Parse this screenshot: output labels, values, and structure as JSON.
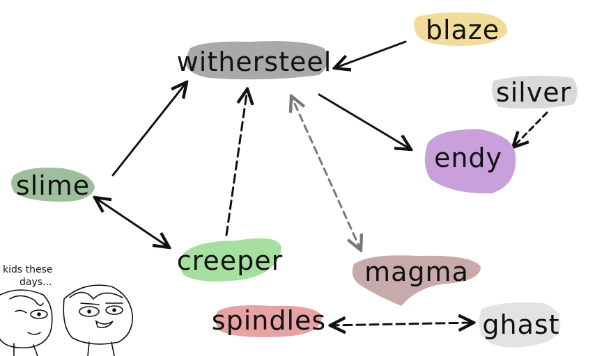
{
  "nodes": {
    "withersteel": {
      "label": "withersteel",
      "color": "#a9a9a9"
    },
    "blaze": {
      "label": "blaze",
      "color": "#f2dc9c"
    },
    "silver": {
      "label": "silver",
      "color": "#d9d9d9"
    },
    "endy": {
      "label": "endy",
      "color": "#c9a0dc"
    },
    "slime": {
      "label": "slime",
      "color": "#9fbf9c"
    },
    "creeper": {
      "label": "creeper",
      "color": "#a6e0a0"
    },
    "magma": {
      "label": "magma",
      "color": "#c8aaaa"
    },
    "spindles": {
      "label": "spindles",
      "color": "#e7a3a3"
    },
    "ghast": {
      "label": "ghast",
      "color": "#e3e3e3"
    }
  },
  "caption": {
    "line1": "kids these",
    "line2": "days..."
  },
  "edges": [
    {
      "from": "blaze",
      "to": "withersteel",
      "style": "solid",
      "color": "#111111"
    },
    {
      "from": "slime",
      "to": "withersteel",
      "style": "solid",
      "color": "#111111"
    },
    {
      "from": "withersteel",
      "to": "endy",
      "style": "solid",
      "color": "#111111"
    },
    {
      "from": "silver",
      "to": "endy",
      "style": "dashed",
      "color": "#111111"
    },
    {
      "from": "creeper",
      "to": "withersteel",
      "style": "dashed",
      "color": "#111111"
    },
    {
      "from": "magma",
      "to": "withersteel",
      "style": "dashed",
      "color": "#777777",
      "bidirectional": true
    },
    {
      "from": "slime",
      "to": "creeper",
      "style": "solid",
      "color": "#111111",
      "bidirectional": true
    },
    {
      "from": "spindles",
      "to": "ghast",
      "style": "dashed",
      "color": "#111111",
      "bidirectional": true
    }
  ]
}
